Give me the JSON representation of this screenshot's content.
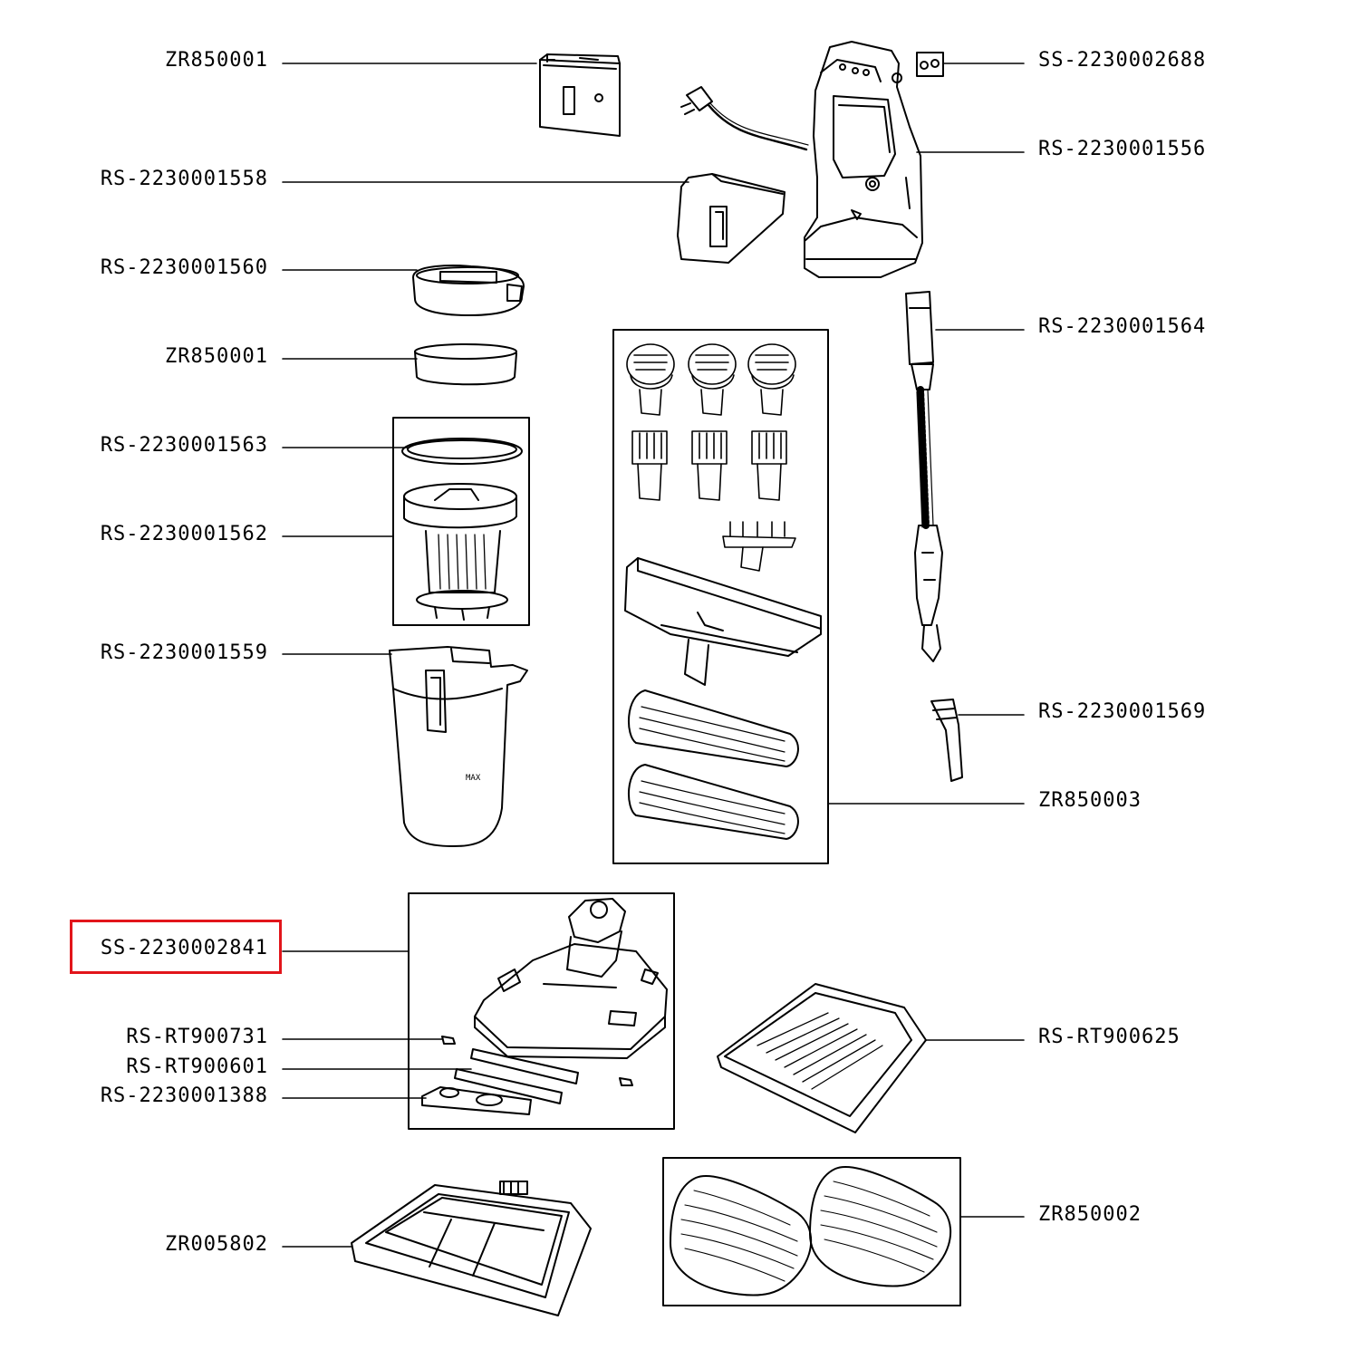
{
  "diagram": {
    "highlight_color": "#e2151b",
    "line_color": "#000000",
    "highlighted_part": "SS-2230002841",
    "labels": {
      "zr850001_top": "ZR850001",
      "rs_2230001558": "RS-2230001558",
      "rs_2230001560": "RS-2230001560",
      "zr850001_filter": "ZR850001",
      "rs_2230001563": "RS-2230001563",
      "rs_2230001562": "RS-2230001562",
      "rs_2230001559": "RS-2230001559",
      "ss_2230002841": "SS-2230002841",
      "rs_rt900731": "RS-RT900731",
      "rs_rt900601": "RS-RT900601",
      "rs_2230001388": "RS-2230001388",
      "zr005802": "ZR005802",
      "ss_2230002688": "SS-2230002688",
      "rs_2230001556": "RS-2230001556",
      "rs_2230001564": "RS-2230001564",
      "rs_2230001569": "RS-2230001569",
      "zr850003": "ZR850003",
      "rs_rt900625": "RS-RT900625",
      "zr850002": "ZR850002"
    },
    "max_mark": "MAX"
  }
}
